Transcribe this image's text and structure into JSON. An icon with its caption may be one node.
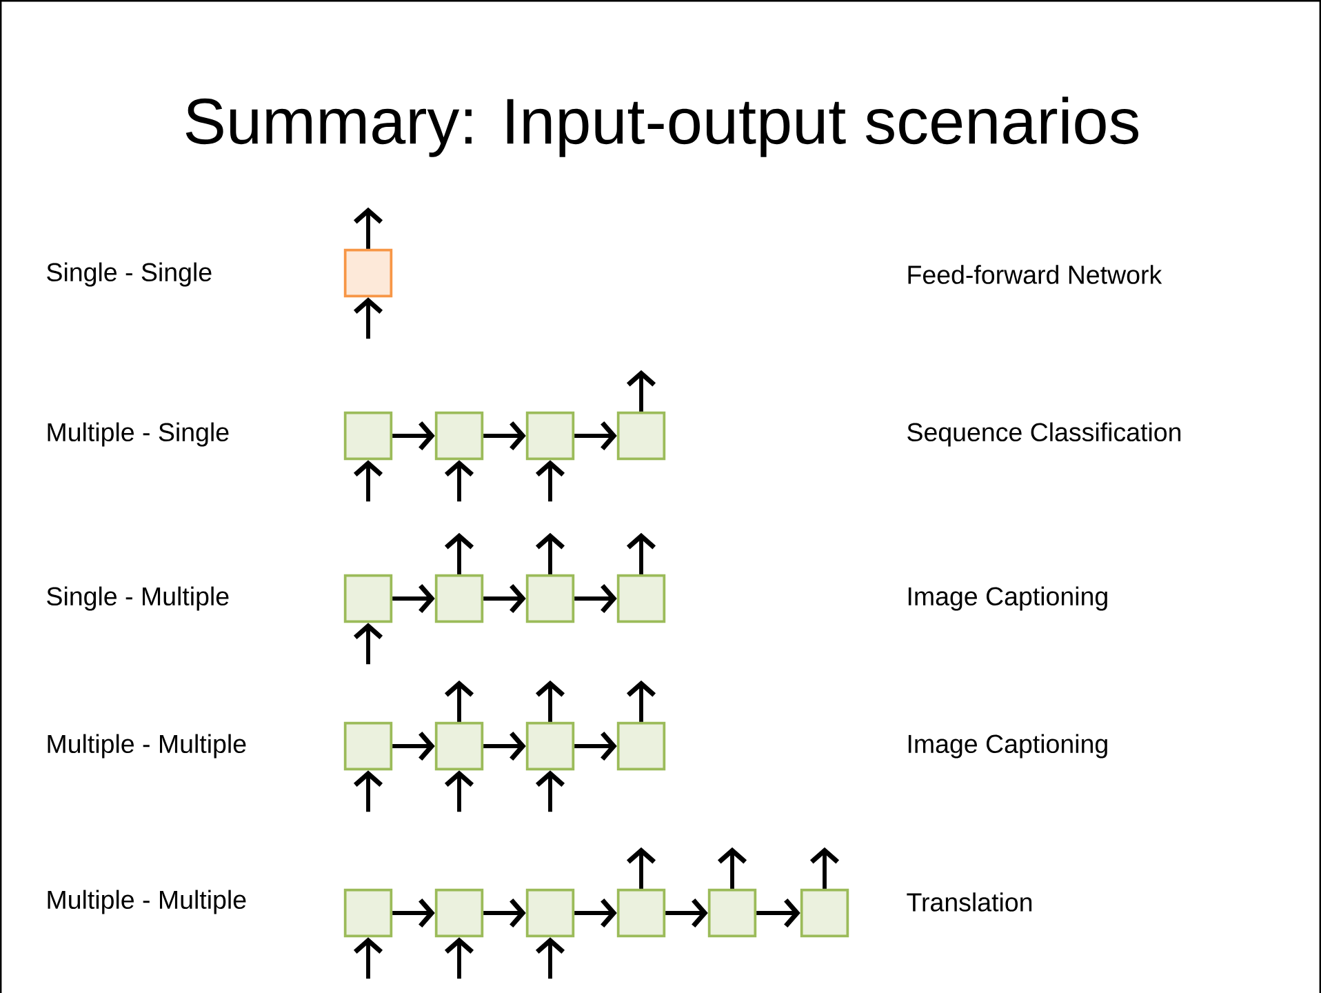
{
  "diagram": {
    "title": "Summary: Input-output scenarios",
    "nodes": [
      {
        "text": [],
        "shape": "box"
      },
      {
        "text": [],
        "shape": "box"
      },
      {
        "text": [],
        "shape": "box"
      },
      {
        "text": [],
        "shape": "box"
      },
      {
        "text": [],
        "shape": "box"
      },
      {
        "text": [],
        "shape": "box"
      },
      {
        "text": [],
        "shape": "box"
      },
      {
        "text": [],
        "shape": "box"
      },
      {
        "text": [],
        "shape": "box"
      },
      {
        "text": [],
        "shape": "box"
      },
      {
        "text": [],
        "shape": "box"
      },
      {
        "text": [],
        "shape": "box"
      },
      {
        "text": [],
        "shape": "box"
      },
      {
        "text": [],
        "shape": "box"
      },
      {
        "text": [],
        "shape": "box"
      },
      {
        "text": [],
        "shape": "box"
      },
      {
        "text": [],
        "shape": "box"
      },
      {
        "text": [],
        "shape": "box"
      },
      {
        "text": [],
        "shape": "box"
      }
    ],
    "edges": [
      {
        "from": null,
        "to": 0,
        "arrow": "to"
      },
      {
        "from": 0,
        "to": null,
        "arrow": "to"
      },
      {
        "from": 1,
        "to": 2,
        "arrow": "to"
      },
      {
        "from": 2,
        "to": 3,
        "arrow": "to"
      },
      {
        "from": 3,
        "to": 4,
        "arrow": "to"
      },
      {
        "from": null,
        "to": 1,
        "arrow": "to"
      },
      {
        "from": null,
        "to": 2,
        "arrow": "to"
      },
      {
        "from": null,
        "to": 3,
        "arrow": "to"
      },
      {
        "from": 4,
        "to": null,
        "arrow": "to"
      },
      {
        "from": 5,
        "to": 6,
        "arrow": "to"
      },
      {
        "from": 6,
        "to": 7,
        "arrow": "to"
      },
      {
        "from": 7,
        "to": 8,
        "arrow": "to"
      },
      {
        "from": null,
        "to": 5,
        "arrow": "to"
      },
      {
        "from": 6,
        "to": null,
        "arrow": "to"
      },
      {
        "from": 7,
        "to": null,
        "arrow": "to"
      },
      {
        "from": 8,
        "to": null,
        "arrow": "to"
      },
      {
        "from": 9,
        "to": 10,
        "arrow": "to"
      },
      {
        "from": 10,
        "to": 11,
        "arrow": "to"
      },
      {
        "from": 11,
        "to": 12,
        "arrow": "to"
      },
      {
        "from": null,
        "to": 9,
        "arrow": "to"
      },
      {
        "from": null,
        "to": 10,
        "arrow": "to"
      },
      {
        "from": null,
        "to": 11,
        "arrow": "to"
      },
      {
        "from": 10,
        "to": null,
        "arrow": "to"
      },
      {
        "from": 11,
        "to": null,
        "arrow": "to"
      },
      {
        "from": 12,
        "to": null,
        "arrow": "to"
      },
      {
        "from": 13,
        "to": 14,
        "arrow": "to"
      },
      {
        "from": 14,
        "to": 15,
        "arrow": "to"
      },
      {
        "from": 15,
        "to": 16,
        "arrow": "to"
      },
      {
        "from": 16,
        "to": 17,
        "arrow": "to"
      },
      {
        "from": 17,
        "to": 18,
        "arrow": "to"
      },
      {
        "from": null,
        "to": 13,
        "arrow": "to"
      },
      {
        "from": null,
        "to": 14,
        "arrow": "to"
      },
      {
        "from": null,
        "to": 15,
        "arrow": "to"
      },
      {
        "from": 16,
        "to": null,
        "arrow": "to"
      },
      {
        "from": 17,
        "to": null,
        "arrow": "to"
      },
      {
        "from": 18,
        "to": null,
        "arrow": "to"
      }
    ],
    "labels": [
      "Single - Single",
      "Feed-forward Network",
      "Multiple - Single",
      "Sequence Classification",
      "Single - Multiple",
      "Image Captioning",
      "Multiple - Multiple",
      "Image Captioning",
      "Multiple - Multiple",
      "Translation"
    ]
  }
}
